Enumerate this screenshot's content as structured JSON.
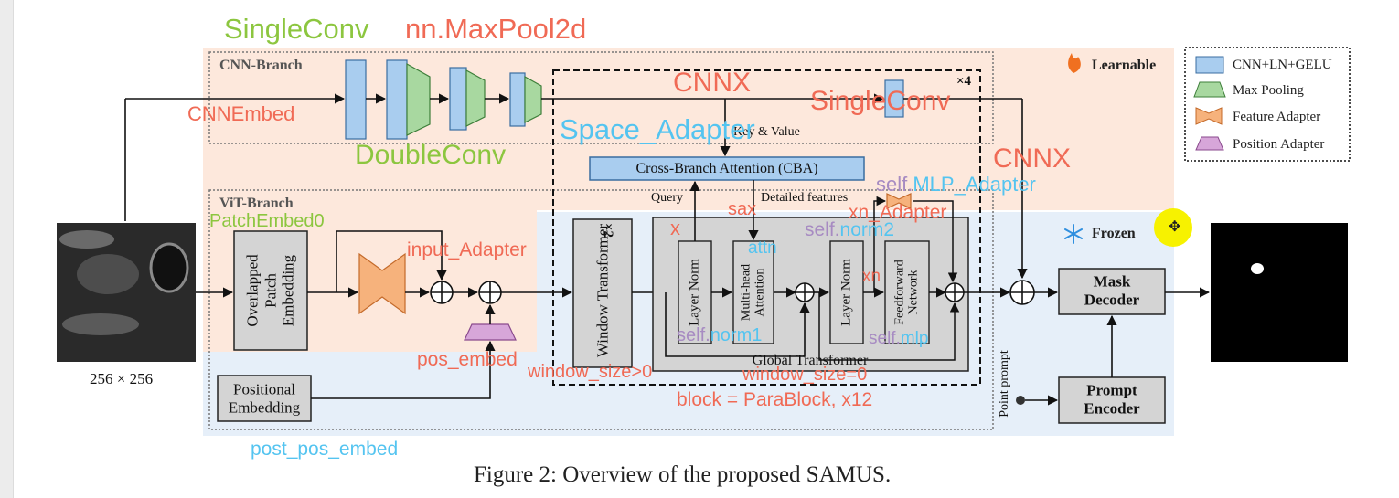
{
  "caption": "Figure 2: Overview of the proposed SAMUS.",
  "input_size": "256 × 256",
  "regions": {
    "cnn_branch": "CNN-Branch",
    "vit_branch": "ViT-Branch",
    "learnable": "Learnable",
    "frozen": "Frozen",
    "times4": "×4",
    "times2": "×2"
  },
  "legend": {
    "items": [
      {
        "label": "CNN+LN+GELU",
        "icon": "blue-rect"
      },
      {
        "label": "Max Pooling",
        "icon": "green-trapezoid"
      },
      {
        "label": "Feature Adapter",
        "icon": "orange-bowtie"
      },
      {
        "label": "Position Adapter",
        "icon": "purple-trapezoid"
      }
    ]
  },
  "blocks": {
    "patch_embed": [
      "Overlapped",
      "Patch",
      "Embedding"
    ],
    "positional_embedding": [
      "Positional",
      "Embedding"
    ],
    "window_transformer": "Window Transformer",
    "cba": "Cross-Branch Attention (CBA)",
    "layer_norm": "Layer Norm",
    "mha": [
      "Multi-head",
      "Attention"
    ],
    "ffn": [
      "Feedforward",
      "Network"
    ],
    "global_transformer": "Global Transformer",
    "mask_decoder": [
      "Mask",
      "Decoder"
    ],
    "prompt_encoder": [
      "Prompt",
      "Encoder"
    ],
    "point_prompt": "Point prompt",
    "key_value": "Key & Value",
    "query": "Query",
    "detailed_features": "Detailed features"
  },
  "annotations": {
    "single_conv_top": "SingleConv",
    "maxpool": "nn.MaxPool2d",
    "cnnembed": "CNNEmbed",
    "cnnx_top": "CNNX",
    "single_conv_mid": "SingleConv",
    "space_adapter": "Space_Adapter",
    "double_conv": "DoubleConv",
    "cnnx_right": "CNNX",
    "mlp_adapter_self": "self.",
    "mlp_adapter": "MLP_Adapter",
    "patch_embed0": "PatchEmbed0",
    "input_adapter": "input_Adapter",
    "sax": "sax",
    "x": "x",
    "attn": "attn",
    "xn_adapter": "xn_Adapter",
    "self_norm2_self": "self.",
    "self_norm2": "norm2",
    "xn": "xn",
    "self_norm1_self": "self.",
    "self_norm1": "norm1",
    "self_mlp_self": "self.",
    "self_mlp": "mlp",
    "pos_embed": "pos_embed",
    "window_size_gt0": "window_size>0",
    "window_size_eq0": "window_size=0",
    "block": "block = ",
    "parablock": "ParaBlock, x12",
    "post_pos_embed": "post_pos_embed"
  },
  "colors": {
    "learnable_bg": "#fde8dc",
    "frozen_bg": "#e6eff9",
    "cnn_block": "#a9cdef",
    "maxpool": "#a8d8a0",
    "feature_adapter": "#f6b27c",
    "position_adapter": "#d7a6d9",
    "gray_block": "#d4d4d4",
    "cba_fill": "#a9cdef"
  }
}
